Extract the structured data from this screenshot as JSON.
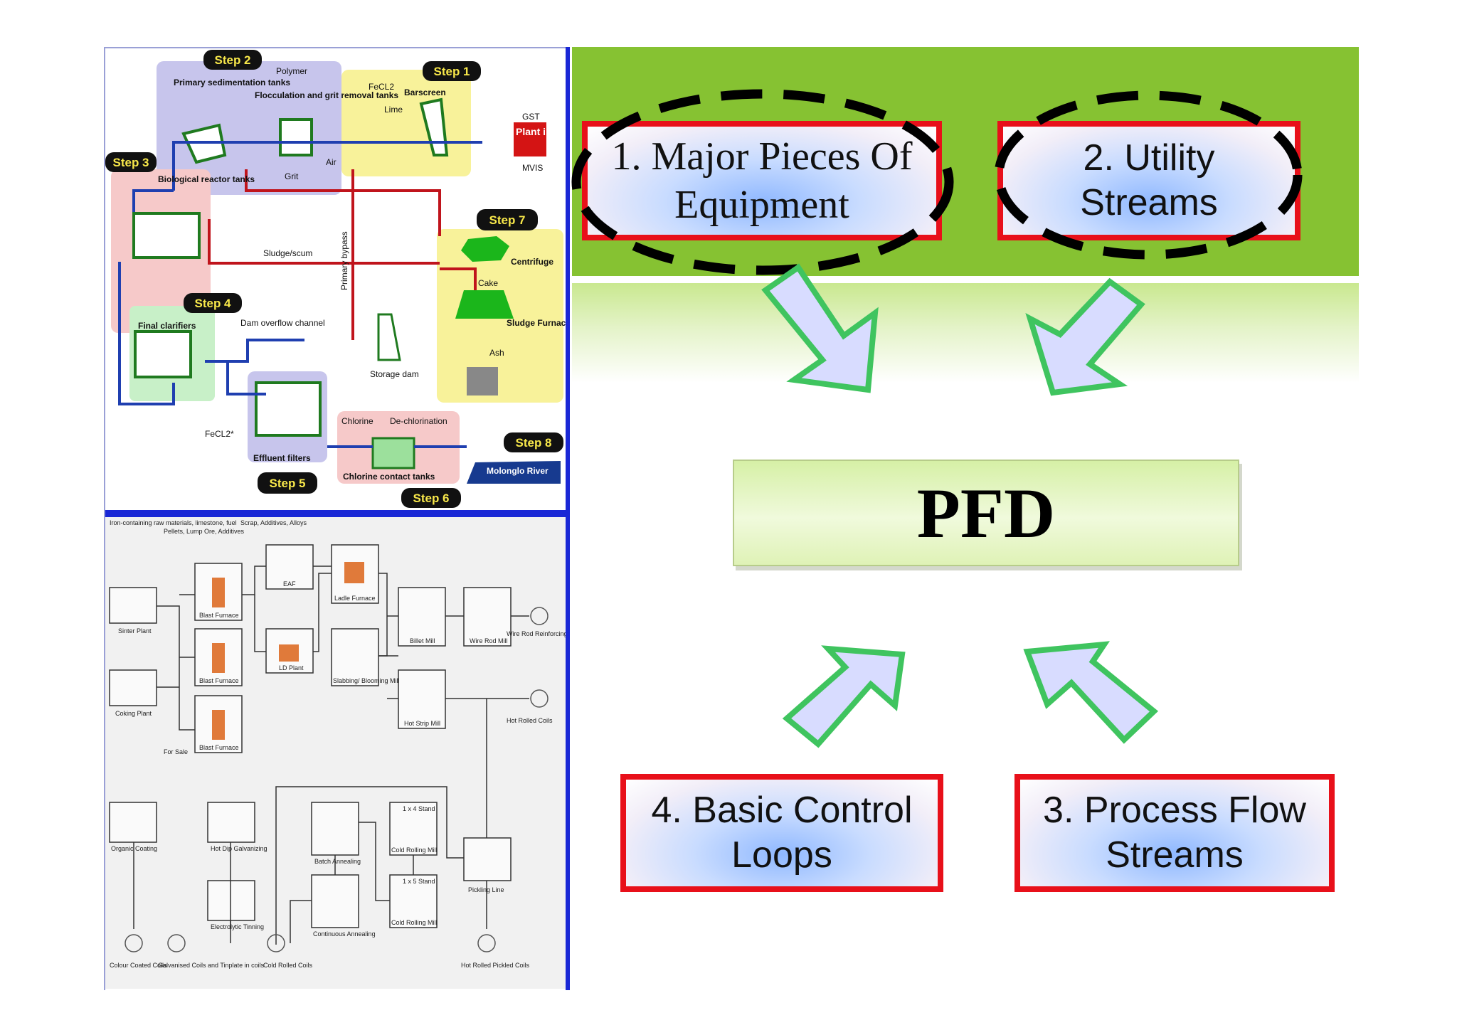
{
  "colors": {
    "accent_green": "#86c232",
    "box_border": "#e8101a",
    "divider_blue": "#1a28d6",
    "arrow_fill": "#d8dcff",
    "arrow_stroke": "#3fc45f"
  },
  "boxes": {
    "major_equipment": "1. Major Pieces Of\nEquipment",
    "utility_streams": "2. Utility\nStreams",
    "process_flow": "3. Process Flow\nStreams",
    "control_loops": "4. Basic Control\nLoops"
  },
  "center": {
    "label": "PFD"
  },
  "wastewater_diagram": {
    "steps": [
      "Step 1",
      "Step 2",
      "Step 3",
      "Step 4",
      "Step 5",
      "Step 6",
      "Step 7",
      "Step 8"
    ],
    "labels": {
      "primary_sed": "Primary sedimentation tanks",
      "polymer": "Polymer",
      "flocculation": "Flocculation and grit removal tanks",
      "fecl2": "FeCL2",
      "lime": "Lime",
      "barscreen": "Barscreen",
      "gst": "GST",
      "plant_inlet": "Plant inlet",
      "mvis": "MVIS",
      "biological": "Biological reactor tanks",
      "grit": "Grit",
      "air": "Air",
      "sludge": "Sludge/scum",
      "primary_bypass": "Primary bypass",
      "centrifuge": "Centrifuge",
      "cake": "Cake",
      "sludge_furnace": "Sludge Furnace",
      "ash": "Ash",
      "final_clarifiers": "Final clarifiers",
      "dam_overflow": "Dam overflow channel",
      "storage_dam": "Storage dam",
      "effluent_filters": "Effluent filters",
      "chlorine": "Chlorine",
      "dechlorination": "De-chlorination",
      "chlorine_contact": "Chlorine contact tanks",
      "river": "Molonglo River",
      "fecl2_star": "FeCL2*"
    }
  },
  "steel_diagram": {
    "inputs": [
      "Iron-containing raw materials, limestone, fuel",
      "Pellets, Lump Ore, Additives",
      "Scrap, Additives, Alloys"
    ],
    "units": {
      "sinter": "Sinter Plant",
      "coking": "Coking Plant",
      "bf1": "Blast Furnace",
      "bf2": "Blast Furnace",
      "bf3": "Blast Furnace",
      "eaf": "EAF",
      "ladle": "Ladle Furnace",
      "ld": "LD Plant",
      "slabbing": "Slabbing/ Blooming Mill",
      "billet": "Billet Mill",
      "wire": "Wire Rod Mill",
      "wire_out": "Wire Rod Reinforcing Steel Bars",
      "hot_strip": "Hot Strip Mill",
      "hot_rolled": "Hot Rolled Coils",
      "for_sale": "For Sale",
      "organic": "Organic Coating",
      "hot_dip": "Hot Dip Galvanizing",
      "batch": "Batch Annealing",
      "stand1": "1 x 4 Stand",
      "cold1": "Cold Rolling Mill",
      "stand2": "1 x 5 Stand",
      "cold2": "Cold Rolling Mill",
      "pickling": "Pickling Line",
      "electro": "Electrolytic Tinning",
      "continuous": "Continuous Annealing",
      "colour": "Colour Coated Coils",
      "galvanised": "Galvanised Coils and Tinplate in coils",
      "cold_rolled": "Cold Rolled Coils",
      "pickled": "Hot Rolled Pickled Coils"
    }
  }
}
